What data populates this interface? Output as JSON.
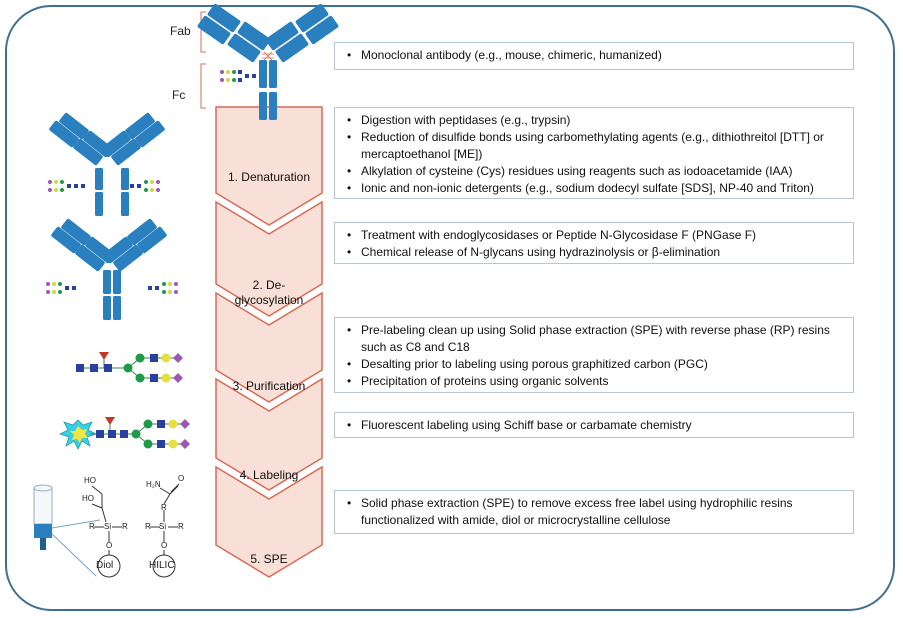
{
  "antibody_labels": {
    "fab": "Fab",
    "fc": "Fc"
  },
  "top_box": [
    "Monoclonal antibody (e.g., mouse, chimeric, humanized)"
  ],
  "steps": [
    {
      "label": "1. Denaturation",
      "bullets": [
        "Digestion with peptidases (e.g., trypsin)",
        "Reduction of disulfide bonds using carbomethylating agents (e.g., dithiothreitol [DTT] or mercaptoethanol [ME])",
        "Alkylation of cysteine (Cys) residues using reagents such as iodoacetamide (IAA)",
        "Ionic and non-ionic detergents (e.g., sodium dodecyl sulfate [SDS], NP-40 and Triton)"
      ]
    },
    {
      "label": "2. De-glycosylation",
      "bullets": [
        "Treatment with endoglycosidases or Peptide N-Glycosidase F (PNGase F)",
        "Chemical release of N-glycans using hydrazinolysis or β-elimination"
      ]
    },
    {
      "label": "3. Purification",
      "bullets": [
        "Pre-labeling clean up using Solid phase extraction (SPE) with reverse phase (RP) resins such as C8 and C18",
        "Desalting prior to labeling using porous graphitized carbon (PGC)",
        "Precipitation of proteins using organic solvents"
      ]
    },
    {
      "label": "4. Labeling",
      "bullets": [
        "Fluorescent labeling using Schiff base or carbamate chemistry"
      ]
    },
    {
      "label": "5. SPE",
      "bullets": [
        "Solid phase extraction (SPE) to remove excess free label using hydrophilic resins functionalized with amide, diol or microcrystalline cellulose"
      ]
    }
  ],
  "chemistry": {
    "diol": {
      "oh1": "HO",
      "oh2": "HO",
      "si": "Si",
      "r": "R",
      "o": "O",
      "name": "Diol"
    },
    "hilic": {
      "nh2": "H₂N",
      "o_top": "O",
      "r_mid": "R",
      "si": "Si",
      "r": "R",
      "o": "O",
      "name": "HILIC"
    }
  },
  "colors": {
    "frame": "#3f6f8f",
    "antibody": "#2a7fbf",
    "chevron_fill": "#f8e0d8",
    "chevron_stroke": "#d86a55",
    "bracket": "#e0907a"
  }
}
